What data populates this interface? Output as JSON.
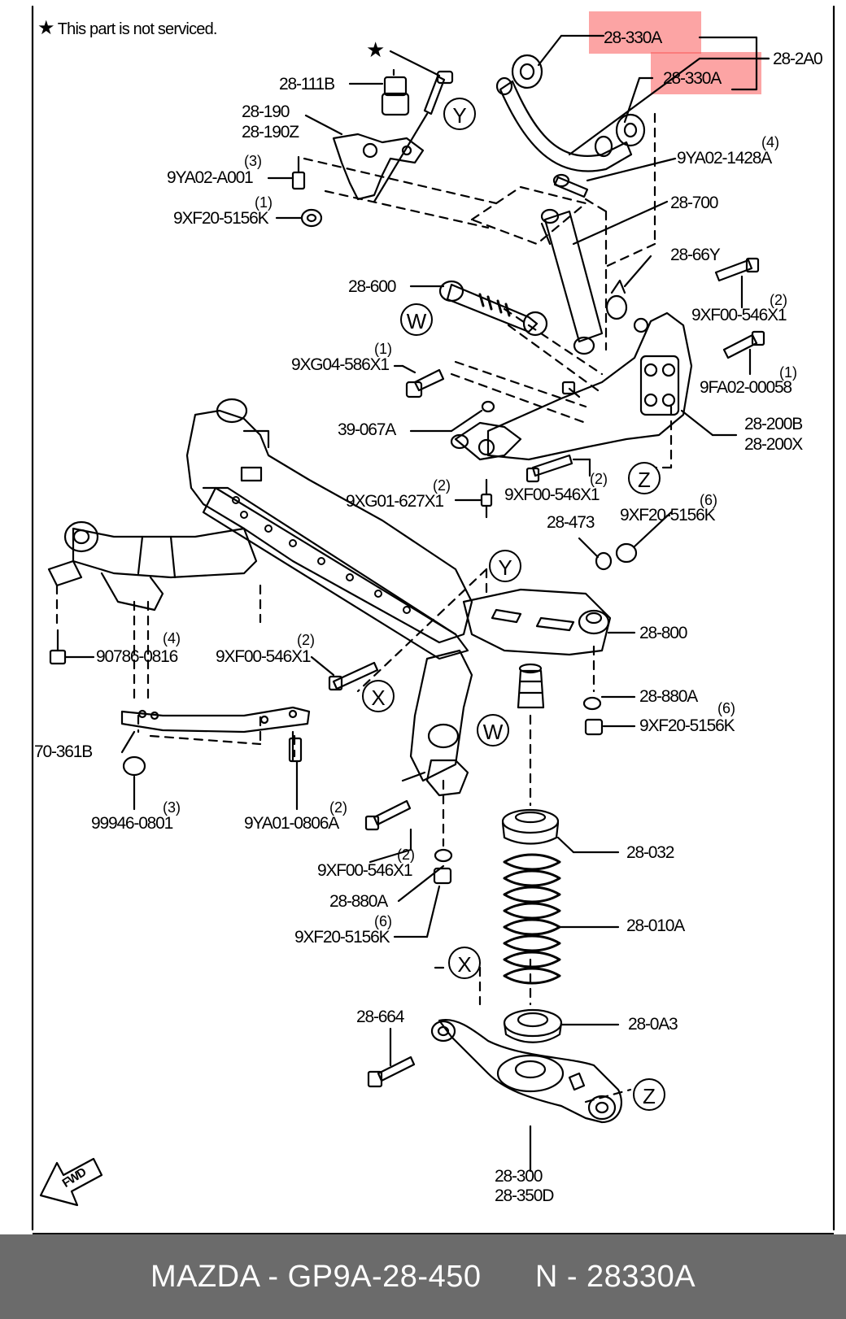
{
  "note": {
    "star": "★",
    "text": "This part is not serviced."
  },
  "star_marker": "★",
  "highlight_color": "#f55a5a",
  "labels": {
    "p28_330A_a": "28-330A",
    "p28_330A_b": "28-330A",
    "p28_2A0": "28-2A0",
    "p28_111B": "28-111B",
    "p28_190": "28-190",
    "p28_190Z": "28-190Z",
    "p9YA02_A001": "9YA02-A001",
    "p9YA02_A001_qty": "(3)",
    "p9XF20_5156K_top": "9XF20-5156K",
    "p9XF20_5156K_top_qty": "(1)",
    "p9YA02_1428A": "9YA02-1428A",
    "p9YA02_1428A_qty": "(4)",
    "p28_700": "28-700",
    "p28_66Y": "28-66Y",
    "p28_600": "28-600",
    "p9XF00_546X1_a": "9XF00-546X1",
    "p9XF00_546X1_a_qty": "(2)",
    "p9XG04_586X1": "9XG04-586X1",
    "p9XG04_586X1_qty": "(1)",
    "p9FA02_00058": "9FA02-00058",
    "p9FA02_00058_qty": "(1)",
    "p39_067A": "39-067A",
    "p28_200B": "28-200B",
    "p28_200X": "28-200X",
    "p9XG01_627X1": "9XG01-627X1",
    "p9XG01_627X1_qty": "(2)",
    "p9XF00_546X1_b": "9XF00-546X1",
    "p9XF00_546X1_b_qty": "(2)",
    "p28_473": "28-473",
    "p9XF20_5156K_mid": "9XF20-5156K",
    "p9XF20_5156K_mid_qty": "(6)",
    "p28_800": "28-800",
    "p90786_0816": "90786-0816",
    "p90786_0816_qty": "(4)",
    "p9XF00_546X1_c": "9XF00-546X1",
    "p9XF00_546X1_c_qty": "(2)",
    "p28_880A_r": "28-880A",
    "p9XF20_5156K_r": "9XF20-5156K",
    "p9XF20_5156K_r_qty": "(6)",
    "p70_361B": "70-361B",
    "p99946_0801": "99946-0801",
    "p99946_0801_qty": "(3)",
    "p9YA01_0806A": "9YA01-0806A",
    "p9YA01_0806A_qty": "(2)",
    "p9XF00_546X1_d": "9XF00-546X1",
    "p9XF00_546X1_d_qty": "(2)",
    "p28_880A_l": "28-880A",
    "p9XF20_5156K_l": "9XF20-5156K",
    "p9XF20_5156K_l_qty": "(6)",
    "p28_032": "28-032",
    "p28_010A": "28-010A",
    "p28_664": "28-664",
    "p28_0A3": "28-0A3",
    "p28_300": "28-300",
    "p28_350D": "28-350D",
    "fwd": "FWD"
  },
  "callouts": {
    "Y_top": "Y",
    "W_top": "W",
    "Z_mid": "Z",
    "Y_mid": "Y",
    "X_mid": "X",
    "W_mid": "W",
    "X_low": "X",
    "Z_low": "Z"
  },
  "footer": {
    "text": "MAZDA - GP9A-28-450      N - 28330A"
  }
}
